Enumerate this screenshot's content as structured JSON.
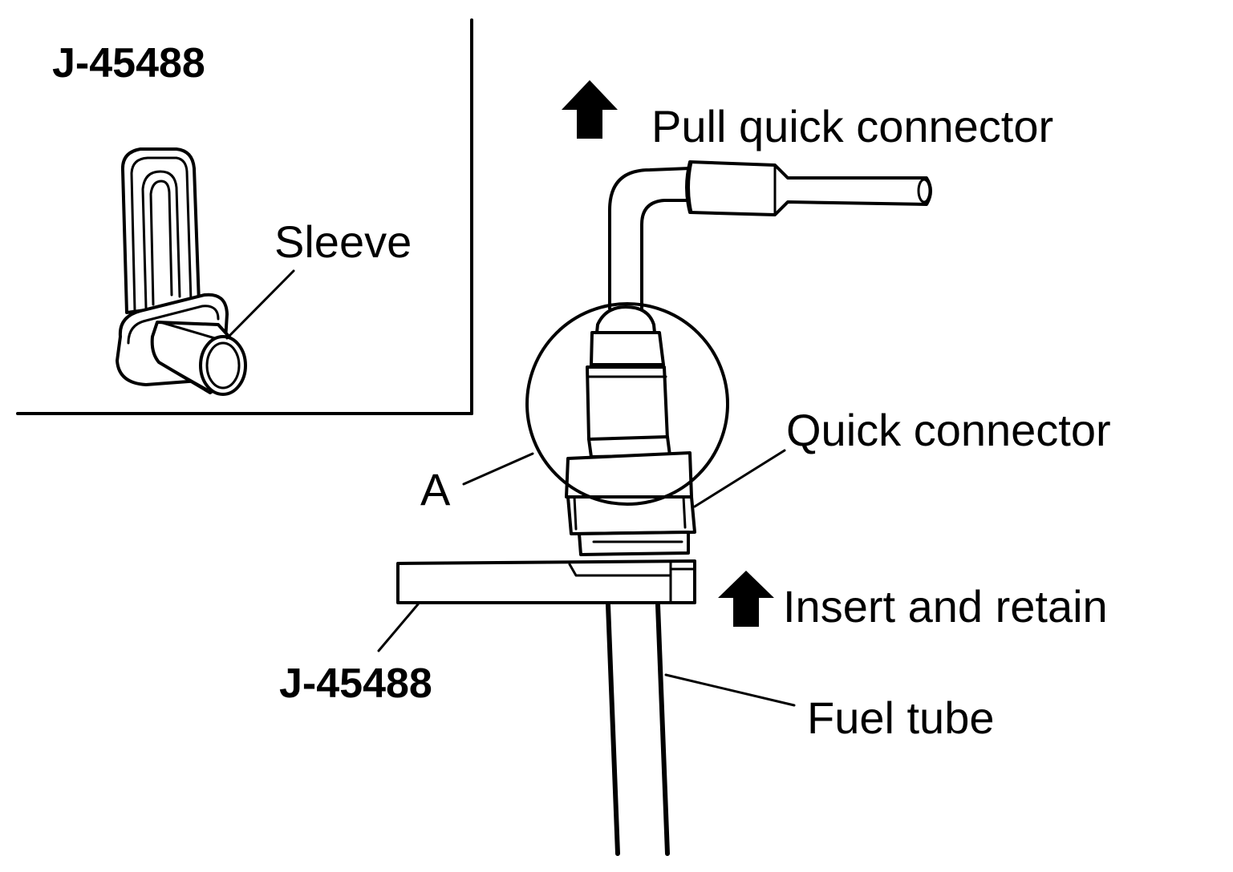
{
  "labels": {
    "inset_tool": "J-45488",
    "sleeve": "Sleeve",
    "pull_instruction": "Pull quick connector",
    "quick_connector": "Quick connector",
    "detail_a": "A",
    "insert_instruction": "Insert and retain",
    "tool": "J-45488",
    "fuel_tube": "Fuel tube"
  },
  "colors": {
    "line": "#000000",
    "background": "#ffffff"
  },
  "icons": {
    "pull_arrow": "up-arrow-icon",
    "insert_arrow": "up-arrow-icon"
  }
}
